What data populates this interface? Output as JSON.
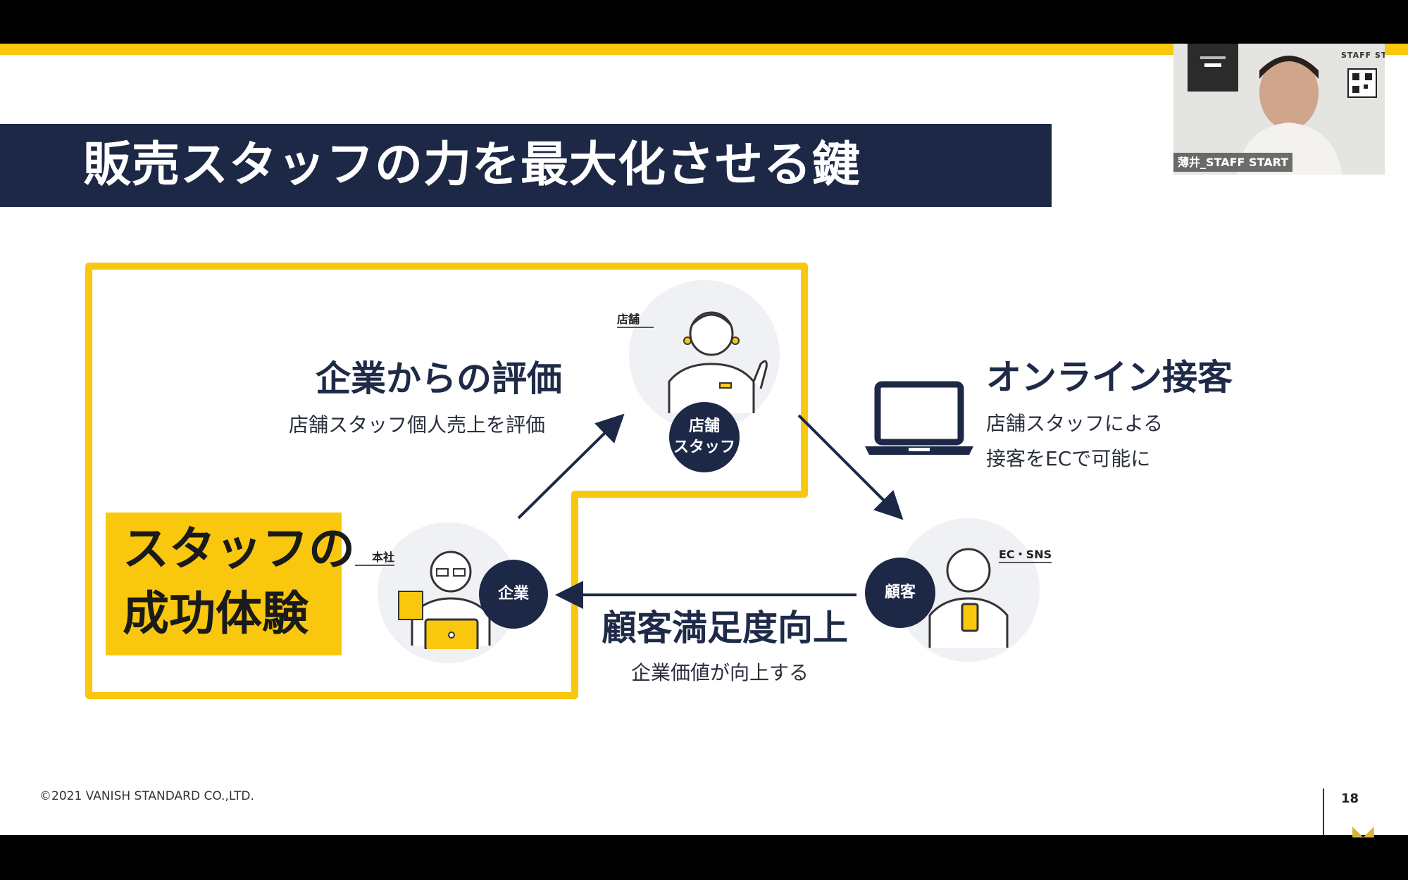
{
  "slide": {
    "title": "販売スタッフの力を最大化させる鍵",
    "highlight": {
      "line1": "スタッフの",
      "line2": "成功体験"
    },
    "sections": {
      "company_eval": {
        "heading": "企業からの評価",
        "sub": "店舗スタッフ個人売上を評価"
      },
      "online": {
        "heading": "オンライン接客",
        "sub1": "店舗スタッフによる",
        "sub2": "接客をECで可能に"
      },
      "satisfaction": {
        "heading": "顧客満足度向上",
        "sub": "企業価値が向上する"
      }
    },
    "nodes": {
      "store_staff": {
        "line1": "店舗",
        "line2": "スタッフ",
        "tag": "店舗"
      },
      "company": {
        "label": "企業",
        "tag": "本社"
      },
      "customer": {
        "label": "顧客",
        "tag": "EC・SNS"
      }
    },
    "copyright": "©2021 VANISH STANDARD CO.,LTD.",
    "page_number": "18"
  },
  "video": {
    "participant_name": "薄井_STAFF START",
    "brand": "STAFF START"
  },
  "colors": {
    "accent": "#f9c80e",
    "navy": "#1c2846"
  }
}
